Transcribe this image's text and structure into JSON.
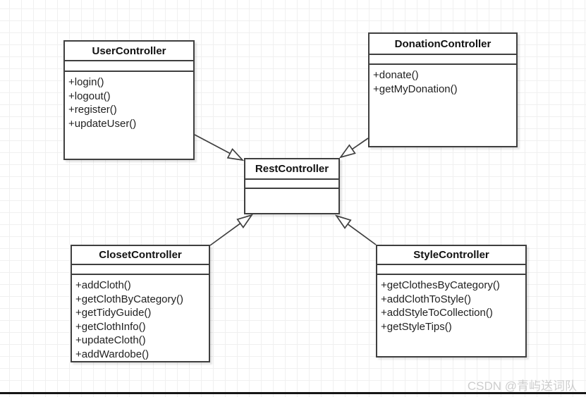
{
  "diagram": {
    "classes": [
      {
        "name": "UserController",
        "methods": [
          "+login()",
          "+logout()",
          "+register()",
          "+updateUser()"
        ]
      },
      {
        "name": "DonationController",
        "methods": [
          "+donate()",
          "+getMyDonation()"
        ]
      },
      {
        "name": "RestController",
        "methods": []
      },
      {
        "name": "ClosetController",
        "methods": [
          "+addCloth()",
          "+getClothByCategory()",
          "+getTidyGuide()",
          "+getClothInfo()",
          "+updateCloth()",
          "+addWardobe()"
        ]
      },
      {
        "name": "StyleController",
        "methods": [
          "+getClothesByCategory()",
          "+addClothToStyle()",
          "+addStyleToCollection()",
          "+getStyleTips()"
        ]
      }
    ],
    "relations": [
      {
        "from": "UserController",
        "to": "RestController",
        "type": "generalization"
      },
      {
        "from": "DonationController",
        "to": "RestController",
        "type": "generalization"
      },
      {
        "from": "ClosetController",
        "to": "RestController",
        "type": "generalization"
      },
      {
        "from": "StyleController",
        "to": "RestController",
        "type": "generalization"
      }
    ]
  },
  "watermark": {
    "text": "CSDN @青屿送词队"
  },
  "colors": {
    "box_border": "#3f3f3f",
    "box_fill": "#ffffff",
    "grid_line": "#f0f0f0",
    "watermark": "#cdcdcd",
    "bottom_rule": "#161616"
  }
}
